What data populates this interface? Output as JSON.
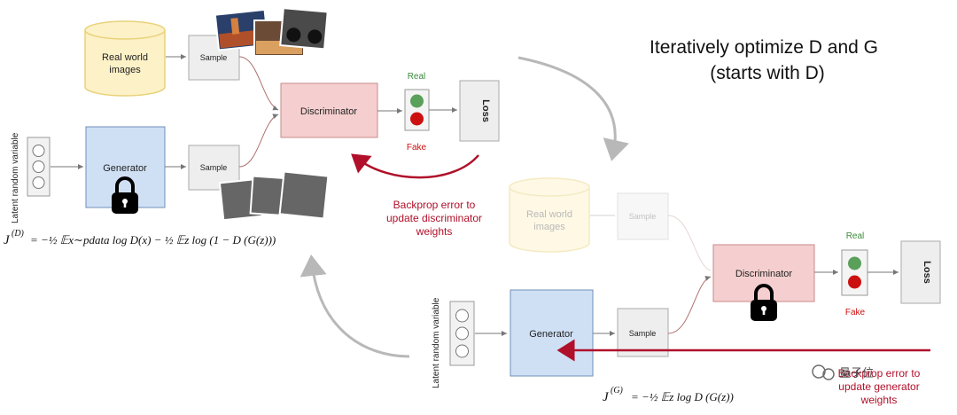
{
  "title": {
    "line1": "Iteratively optimize D and G",
    "line2": "(starts with D)"
  },
  "stage_d": {
    "real_images_label_1": "Real world",
    "real_images_label_2": "images",
    "sample_top": "Sample",
    "sample_bottom": "Sample",
    "latent_label": "Latent random variable",
    "generator_label": "Generator",
    "discriminator_label": "Discriminator",
    "real_label": "Real",
    "fake_label": "Fake",
    "loss_label": "Loss",
    "backprop_line1": "Backprop error to",
    "backprop_line2": "update discriminator",
    "backprop_line3": "weights",
    "loss_formula_lhs": "J",
    "loss_formula_sup": "(D)",
    "loss_formula_rhs": "= −½ 𝔼x∼pdata log D(x) − ½ 𝔼z log (1 − D (G(z)))"
  },
  "stage_g": {
    "real_images_label_1": "Real world",
    "real_images_label_2": "images",
    "sample_top": "Sample",
    "sample_bottom": "Sample",
    "latent_label": "Latent random variable",
    "generator_label": "Generator",
    "discriminator_label": "Discriminator",
    "real_label": "Real",
    "fake_label": "Fake",
    "loss_label": "Loss",
    "backprop_line1": "Backprop error to",
    "backprop_line2": "update generator",
    "backprop_line3": "weights",
    "loss_formula_lhs": "J",
    "loss_formula_sup": "(G)",
    "loss_formula_rhs": "= −½ 𝔼z log D (G(z))"
  },
  "watermark": "量子位",
  "colors": {
    "real_db": "#fdf1c7",
    "real_db_stroke": "#e8d27a",
    "generator": "#cfe0f5",
    "generator_stroke": "#6f8fb8",
    "discriminator": "#f5cfcf",
    "discriminator_stroke": "#c98a8a",
    "sample": "#eeeeee",
    "sample_stroke": "#aaaaaa",
    "real_dot": "#5aa05a",
    "fake_dot": "#cc1010",
    "accent_red": "#b0102a",
    "gray_arrow": "#b8b8b8",
    "fake_img": "#666666"
  },
  "icons": {
    "lock": "lock-icon",
    "photo": "photo-icon"
  }
}
